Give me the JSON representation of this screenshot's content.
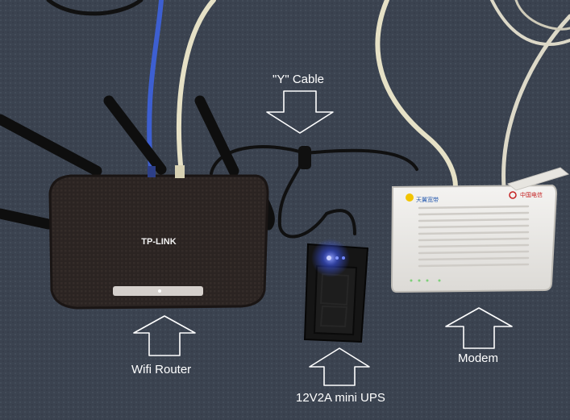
{
  "labels": {
    "y_cable": "\"Y\" Cable",
    "router": "Wifi Router",
    "ups": "12V2A mini UPS",
    "modem": "Modem"
  },
  "device_text": {
    "router_brand": "TP-LINK",
    "modem_brand": "天翼宽带",
    "modem_isp": "中国电信"
  },
  "colors": {
    "carpet": "#3b4350",
    "router_body": "#2b2422",
    "modem_body": "#ecebe9",
    "ups_body": "#151515",
    "ups_led": "#3f5cff",
    "cable_white": "#e6e1c6",
    "cable_blue": "#3d5fd1",
    "cable_black": "#101010",
    "arrow_outline": "#ffffff"
  }
}
